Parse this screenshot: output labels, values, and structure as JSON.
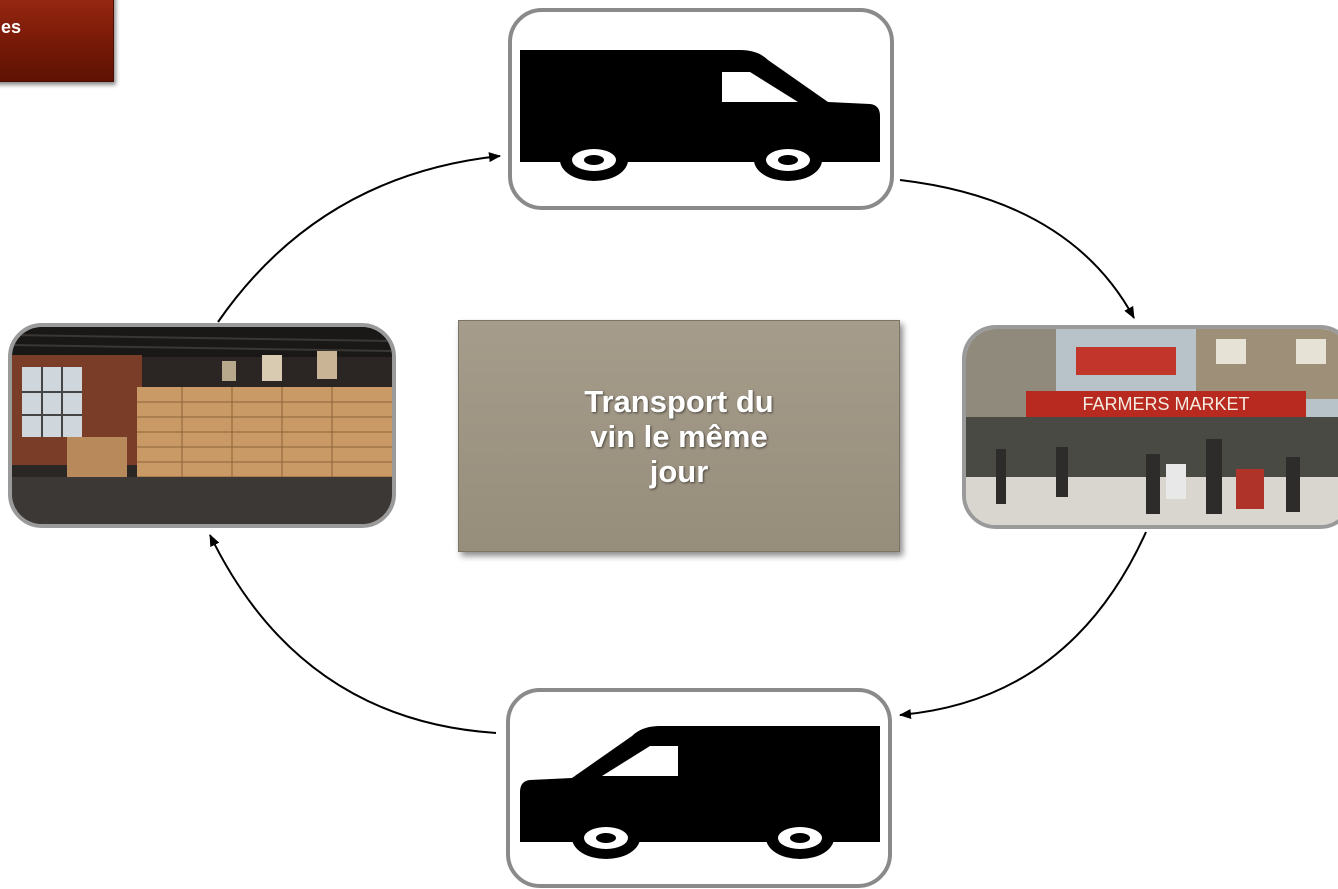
{
  "corner_tag": {
    "label": "es"
  },
  "center": {
    "label": "Transport du vin le même jour"
  },
  "nodes": {
    "top": {
      "icon": "delivery-van-icon",
      "facing": "right"
    },
    "right": {
      "image": "farmers-market-photo",
      "sign_text": "FARMERS MARKET"
    },
    "bottom": {
      "icon": "delivery-van-icon",
      "facing": "left"
    },
    "left": {
      "image": "wine-store-photo"
    }
  },
  "cycle": [
    "left",
    "top",
    "right",
    "bottom",
    "left"
  ],
  "colors": {
    "corner_tag": "#7a1a08",
    "center_box": "#9e9583",
    "node_border": "#8a8a8a",
    "arrow": "#000000"
  }
}
